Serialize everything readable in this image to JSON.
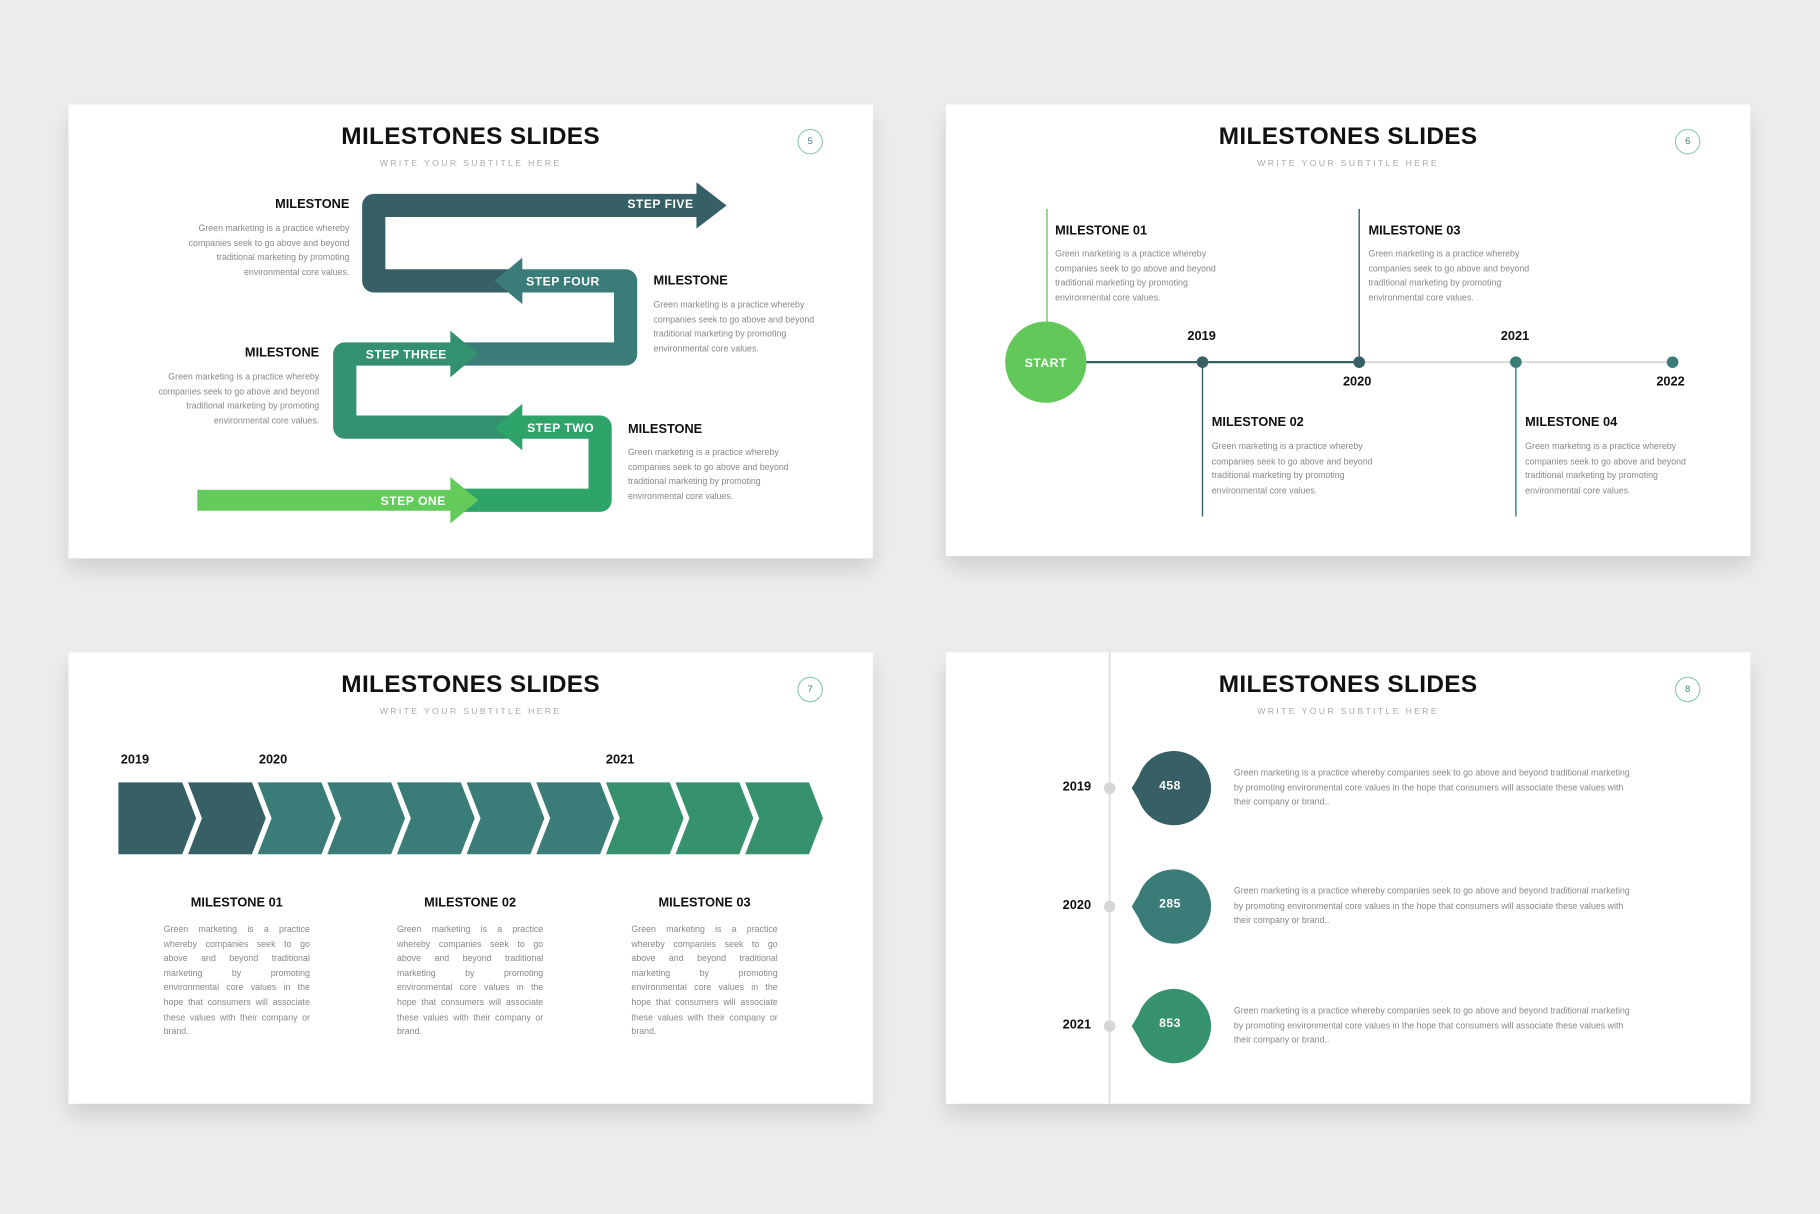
{
  "slides": [
    {
      "title": "MILESTONES SLIDES",
      "subtitle": "WRITE YOUR SUBTITLE HERE",
      "page": "5",
      "steps": [
        "STEP ONE",
        "STEP TWO",
        "STEP THREE",
        "STEP FOUR",
        "STEP FIVE"
      ],
      "milestones": [
        {
          "title": "MILESTONE",
          "body": "Green marketing is a practice whereby companies seek to go above and beyond traditional marketing by promoting environmental core values."
        },
        {
          "title": "MILESTONE",
          "body": "Green marketing is a practice whereby companies seek to go above and beyond traditional marketing by promoting environmental core values."
        },
        {
          "title": "MILESTONE",
          "body": "Green marketing is a practice whereby companies seek to go above and beyond traditional marketing by promoting environmental core values."
        },
        {
          "title": "MILESTONE",
          "body": "Green marketing is a practice whereby companies seek to go above and beyond traditional marketing by promoting environmental core values."
        }
      ]
    },
    {
      "title": "MILESTONES SLIDES",
      "subtitle": "WRITE YOUR SUBTITLE HERE",
      "page": "6",
      "start": "START",
      "years": [
        "2019",
        "2020",
        "2021",
        "2022"
      ],
      "milestones": [
        {
          "title": "MILESTONE 01",
          "body": "Green marketing is a practice whereby companies seek to go above and beyond traditional marketing by promoting environmental core values."
        },
        {
          "title": "MILESTONE 02",
          "body": "Green marketing is a practice whereby companies seek to go above and beyond traditional marketing by promoting environmental core values."
        },
        {
          "title": "MILESTONE 03",
          "body": "Green marketing is a practice whereby companies seek to go above and beyond traditional marketing by promoting environmental core values."
        },
        {
          "title": "MILESTONE 04",
          "body": "Green marketing is a practice whereby companies seek to go above and beyond traditional marketing by promoting environmental core values."
        }
      ]
    },
    {
      "title": "MILESTONES SLIDES",
      "subtitle": "WRITE YOUR SUBTITLE HERE",
      "page": "7",
      "years": [
        "2019",
        "2020",
        "2021"
      ],
      "chevron_colors": [
        "#375f66",
        "#375f66",
        "#3a7d78",
        "#3a7d78",
        "#3a7d78",
        "#3a7d78",
        "#3a7d78",
        "#35926c",
        "#35926c",
        "#35926c"
      ],
      "milestones": [
        {
          "title": "MILESTONE 01",
          "body": "Green marketing is a practice whereby companies seek to go above and beyond traditional marketing by promoting environmental core values in the hope that consumers will associate these values with their company or brand."
        },
        {
          "title": "MILESTONE 02",
          "body": "Green marketing is a practice whereby companies seek to go above and beyond traditional marketing by promoting environmental core values in the hope that consumers will associate these values with their company or brand."
        },
        {
          "title": "MILESTONE 03",
          "body": "Green marketing is a practice whereby companies seek to go above and beyond traditional marketing by promoting environmental core values in the hope that consumers will associate these values with their company or brand."
        }
      ]
    },
    {
      "title": "MILESTONES SLIDES",
      "subtitle": "WRITE YOUR SUBTITLE HERE",
      "page": "8",
      "rows": [
        {
          "year": "2019",
          "value": "458",
          "color": "#375f66",
          "body": "Green marketing is a practice whereby companies seek to go above and beyond traditional marketing by promoting environmental core values in the hope that consumers will associate these values with their company or brand.."
        },
        {
          "year": "2020",
          "value": "285",
          "color": "#3a7d78",
          "body": "Green marketing is a practice whereby companies seek to go above and beyond traditional marketing by promoting environmental core values in the hope that consumers will associate these values with their company or brand.."
        },
        {
          "year": "2021",
          "value": "853",
          "color": "#35926c",
          "body": "Green marketing is a practice whereby companies seek to go above and beyond traditional marketing by promoting environmental core values in the hope that consumers will associate these values with their company or brand.."
        }
      ]
    }
  ],
  "colors": {
    "dark": "#375f66",
    "teal": "#3a7d78",
    "green": "#35926c",
    "light_green": "#63cb5a"
  }
}
